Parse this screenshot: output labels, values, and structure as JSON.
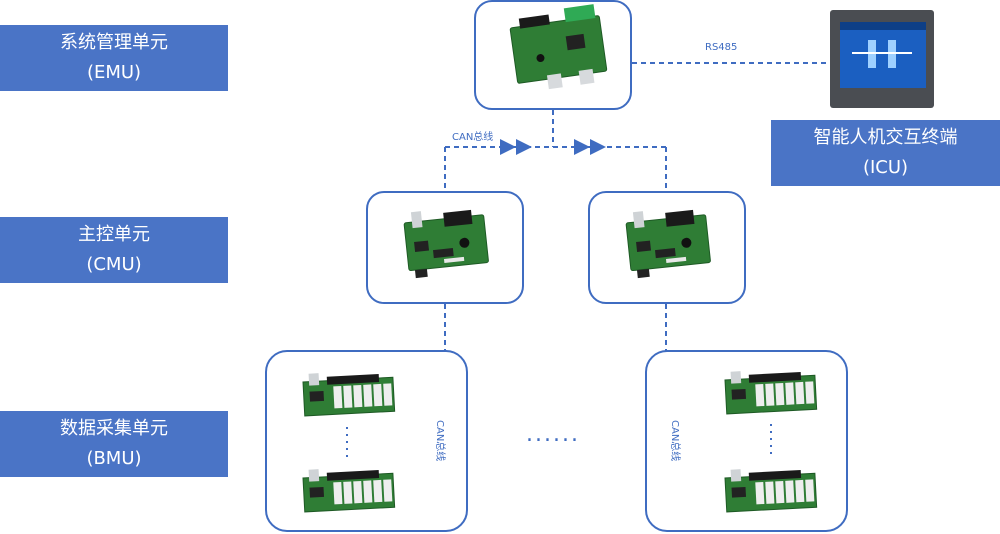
{
  "labels": {
    "emu": {
      "line1": "系统管理单元",
      "line2": "(EMU)"
    },
    "cmu": {
      "line1": "主控单元",
      "line2": "(CMU)"
    },
    "bmu": {
      "line1": "数据采集单元",
      "line2": "(BMU)"
    },
    "icu": {
      "line1": "智能人机交互终端",
      "line2": "(ICU)"
    }
  },
  "connections": {
    "rs485": "RS485",
    "can_top": "CAN总线",
    "can_left": "CAN总线",
    "can_right": "CAN总线"
  },
  "ellipsis": "......",
  "colors": {
    "accent": "#4a74c6",
    "line": "#3f6cc1",
    "pcb": "#2f7d35"
  }
}
